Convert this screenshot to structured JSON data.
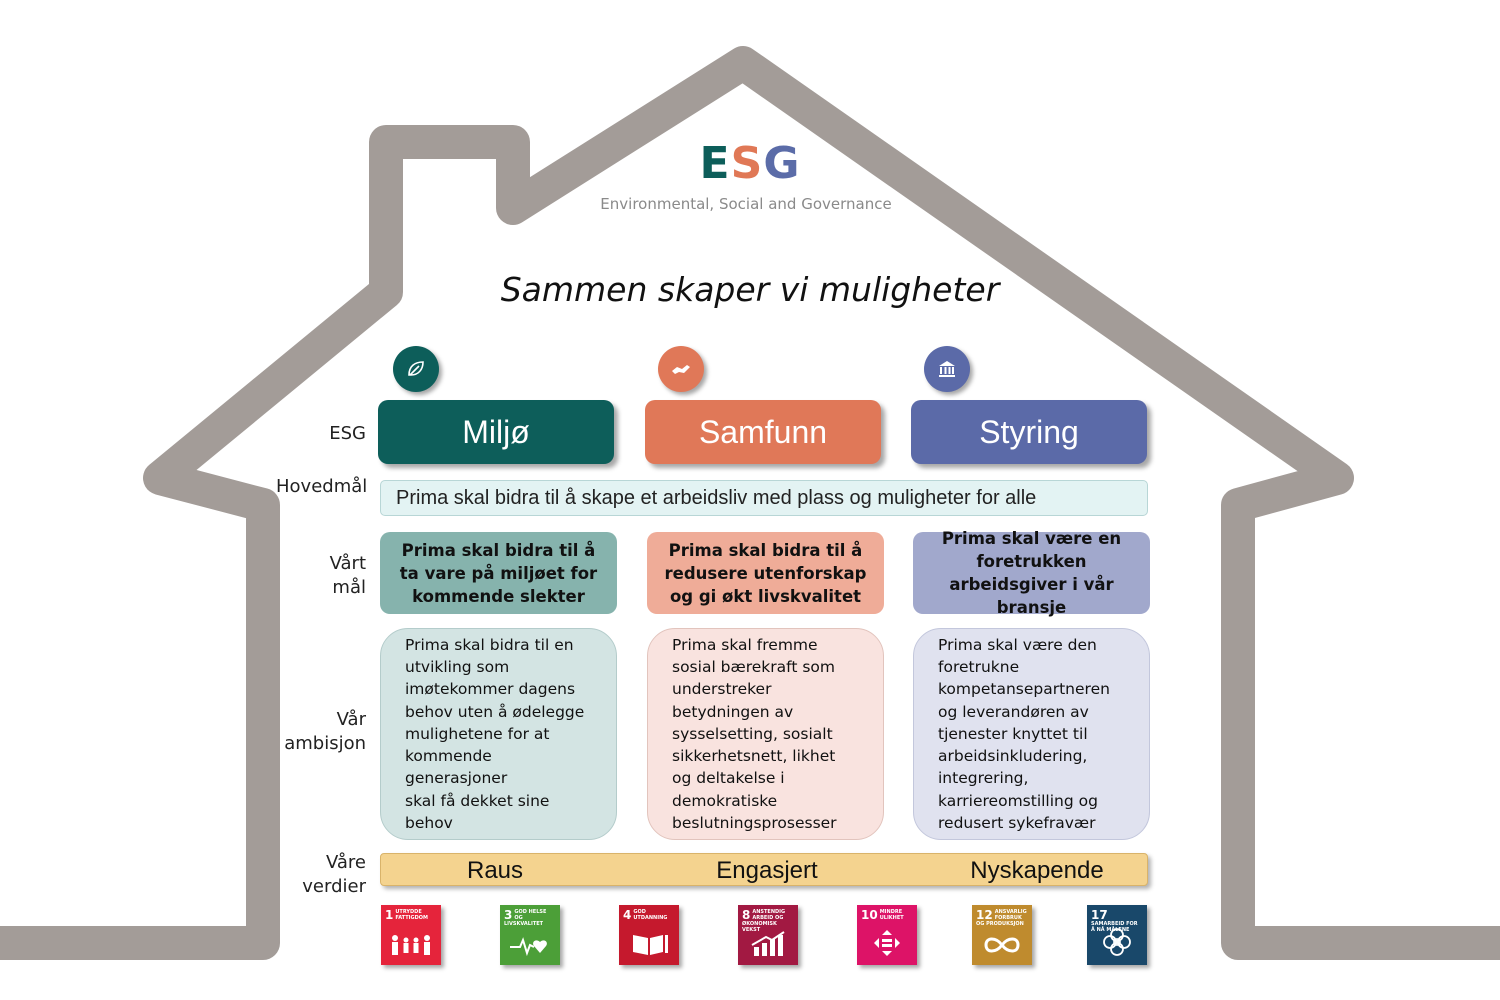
{
  "logo": {
    "letters": [
      "E",
      "S",
      "G"
    ],
    "colors": [
      "#0d5e5a",
      "#e07856",
      "#5b6ca8"
    ]
  },
  "subtitle": "Environmental, Social and Governance",
  "motto": "Sammen skaper vi muligheter",
  "icons": [
    "leaf-icon",
    "handshake-icon",
    "government-building-icon"
  ],
  "row_labels": {
    "esg": "ESG",
    "hovedmal": "Hovedmål",
    "vart_mal": "Vårt\nmål",
    "var_ambisjon": "Vår\nambisjon",
    "vare_verdier": "Våre\nverdier"
  },
  "pillars": [
    {
      "title": "Miljø",
      "color": "#0d5e5a",
      "goal_color": "#86b3ad",
      "ambition_color": "#d3e4e3",
      "goal": "Prima skal bidra til å ta vare på miljøet for kommende slekter",
      "ambition": "Prima skal bidra til en\nutvikling som\nimøtekommer dagens\nbehov uten å ødelegge\nmulighetene for at\nkommende generasjoner\nskal få dekket sine behov"
    },
    {
      "title": "Samfunn",
      "color": "#e07858",
      "goal_color": "#efac98",
      "ambition_color": "#f9e3df",
      "goal": "Prima skal bidra til å redusere utenforskap og gi økt livskvalitet",
      "ambition": "Prima skal fremme\nsosial bærekraft som\nunderstreker\nbetydningen av\nsysselsetting, sosialt\nsikkerhetsnett, likhet\nog deltakelse i\ndemokratiske\nbeslutningsprosesser"
    },
    {
      "title": "Styring",
      "color": "#5b6aa8",
      "goal_color": "#a1a8cc",
      "ambition_color": "#e0e2ef",
      "goal": "Prima skal være en foretrukken arbeidsgiver i vår bransje",
      "ambition": "Prima skal være den\nforetrukne\nkompetansepartneren\nog leverandøren av\ntjenester knyttet til\narbeidsinkludering,\nintegrering,\nkarriereomstilling og\nredusert sykefravær"
    }
  ],
  "main_goal": "Prima skal bidra til å skape et arbeidsliv med plass og muligheter for alle",
  "values": [
    "Raus",
    "Engasjert",
    "Nyskapende"
  ],
  "sdgs": [
    {
      "number": "1",
      "label": "Utrydde fattigdom",
      "color": "#e5243b",
      "icon": "people-icon"
    },
    {
      "number": "3",
      "label": "God helse og livskvalitet",
      "color": "#4c9f38",
      "icon": "heartbeat-icon"
    },
    {
      "number": "4",
      "label": "God utdanning",
      "color": "#c5192d",
      "icon": "book-icon"
    },
    {
      "number": "8",
      "label": "Anstendig arbeid og økonomisk vekst",
      "color": "#a21942",
      "icon": "growth-chart-icon"
    },
    {
      "number": "10",
      "label": "Mindre ulikhet",
      "color": "#dd1367",
      "icon": "equality-icon"
    },
    {
      "number": "12",
      "label": "Ansvarlig forbruk og produksjon",
      "color": "#bf8b2e",
      "icon": "infinity-icon"
    },
    {
      "number": "17",
      "label": "Samarbeid for å nå målene",
      "color": "#19486a",
      "icon": "flower-rings-icon"
    }
  ]
}
